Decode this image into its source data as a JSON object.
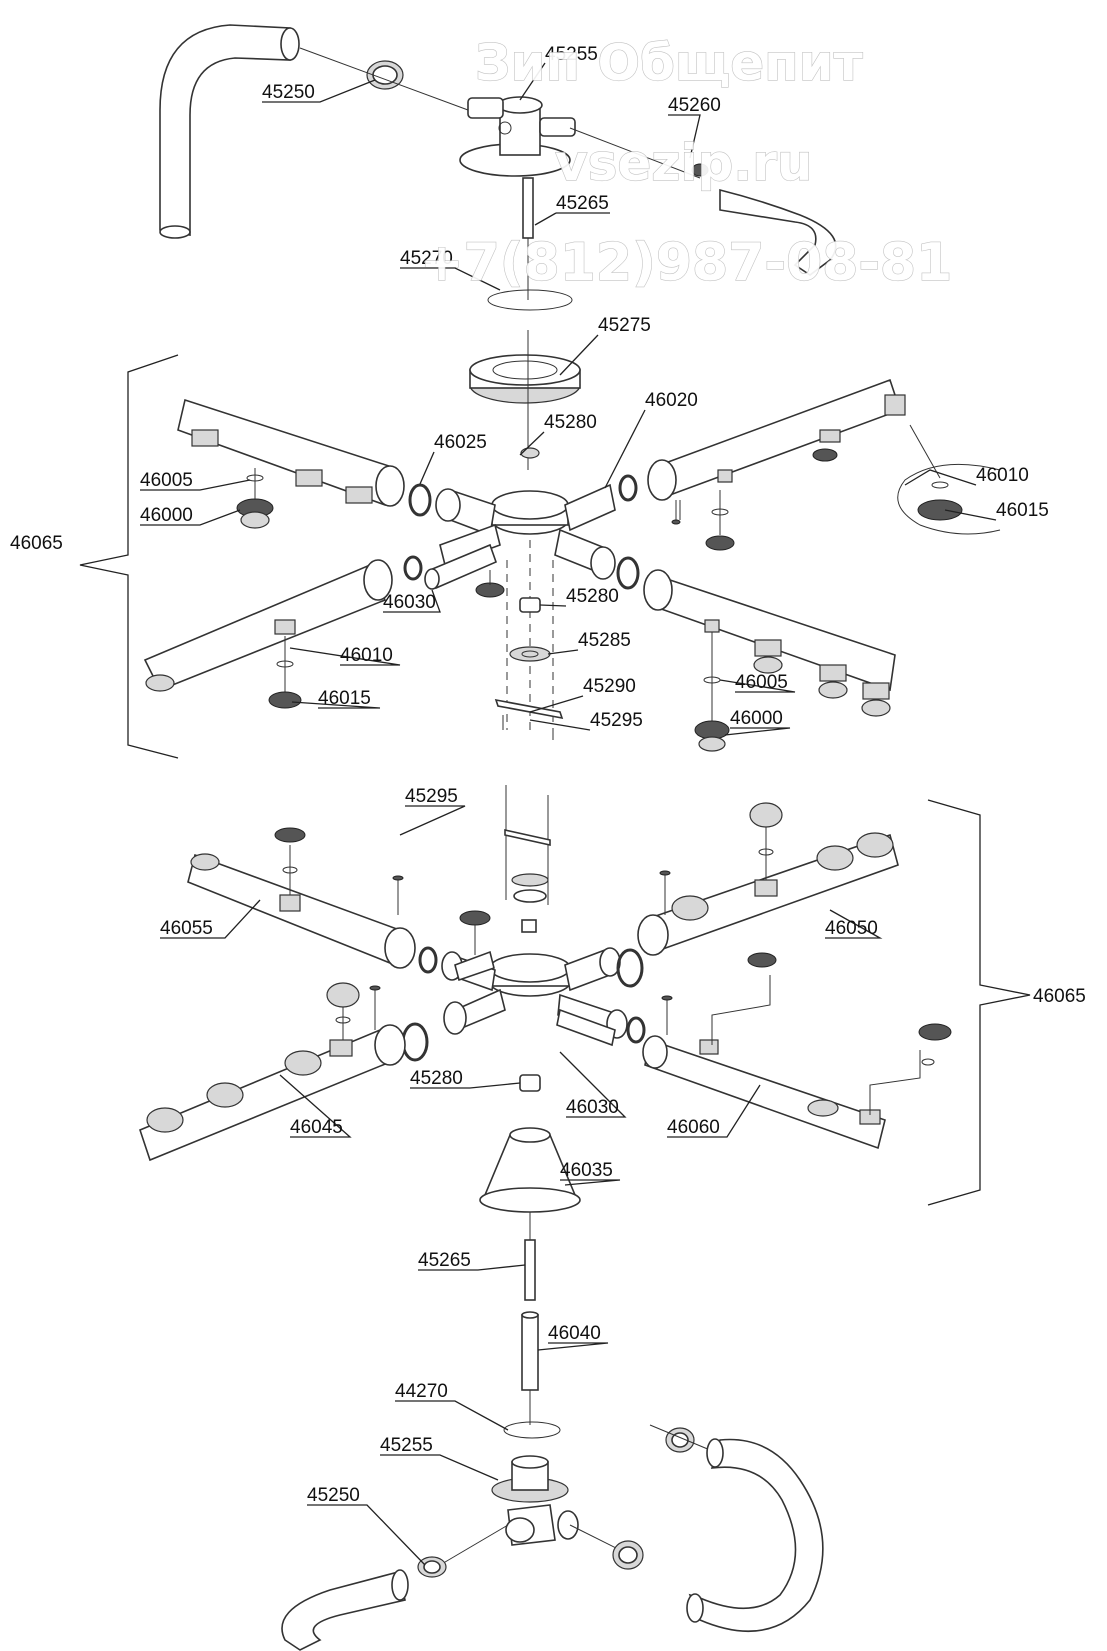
{
  "watermark": {
    "brand": "Зип Общепит",
    "site": "vsezip.ru",
    "phone": "+7(812)987-08-81"
  },
  "labels": {
    "l45250_top": "45250",
    "l45255_top": "45255",
    "l45260": "45260",
    "l45265_top": "45265",
    "l45270": "45270",
    "l45275": "45275",
    "l46020": "46020",
    "l46025": "46025",
    "l45280_a": "45280",
    "l46005_a": "46005",
    "l46000_a": "46000",
    "l46010_a": "46010",
    "l46015_a": "46015",
    "l46065_a": "46065",
    "l46030_a": "46030",
    "l45280_b": "45280",
    "l45285": "45285",
    "l46010_b": "46010",
    "l46015_b": "46015",
    "l45290": "45290",
    "l45295_a": "45295",
    "l46005_b": "46005",
    "l46000_b": "46000",
    "l45295_b": "45295",
    "l46055": "46055",
    "l46050": "46050",
    "l46065_b": "46065",
    "l45280_c": "45280",
    "l46030_b": "46030",
    "l46045": "46045",
    "l46060": "46060",
    "l46035": "46035",
    "l45265_bot": "45265",
    "l46040": "46040",
    "l44270": "44270",
    "l45255_bot": "45255",
    "l45250_bot": "45250"
  },
  "colors": {
    "line": "#222222",
    "background": "#ffffff",
    "watermark": "#ffffff"
  }
}
